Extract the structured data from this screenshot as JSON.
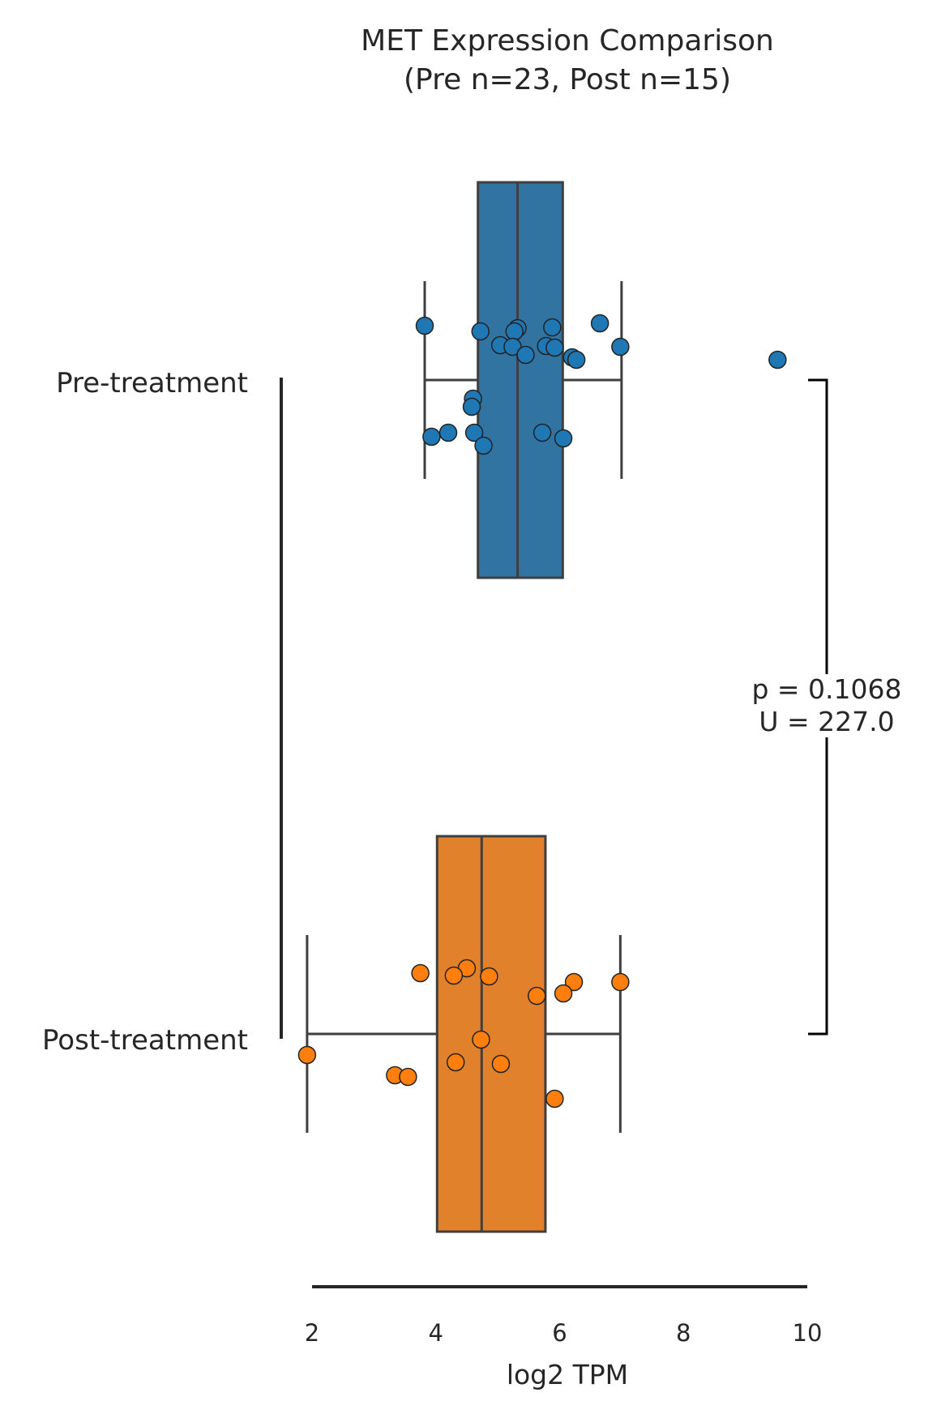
{
  "chart_data": {
    "type": "box",
    "orientation": "horizontal",
    "title_lines": [
      "MET Expression Comparison",
      "(Pre n=23, Post n=15)"
    ],
    "xlabel": "log2 TPM",
    "ylabel": "",
    "xlim": [
      2,
      10
    ],
    "xticks": [
      "2",
      "4",
      "6",
      "8",
      "10"
    ],
    "categories": [
      "Pre-treatment",
      "Post-treatment"
    ],
    "colors": {
      "Pre-treatment": "#3274a1",
      "Post-treatment": "#e1812c"
    },
    "point_colors": {
      "Pre-treatment": "#1f77b4",
      "Post-treatment": "#ff7f0e"
    },
    "box_stats": [
      {
        "name": "Pre-treatment",
        "whisker_low": 3.82,
        "q1": 4.68,
        "median": 5.32,
        "q3": 6.05,
        "whisker_high": 7.0
      },
      {
        "name": "Post-treatment",
        "whisker_low": 1.92,
        "q1": 4.02,
        "median": 4.74,
        "q3": 5.77,
        "whisker_high": 6.98
      }
    ],
    "points": {
      "Pre-treatment": [
        3.82,
        4.72,
        5.32,
        5.27,
        5.88,
        6.65,
        5.04,
        5.24,
        5.78,
        5.92,
        6.98,
        5.45,
        6.2,
        6.27,
        9.52,
        4.6,
        4.58,
        3.93,
        4.2,
        4.62,
        5.72,
        6.06,
        4.77
      ],
      "Post-treatment": [
        3.75,
        4.5,
        4.29,
        4.86,
        6.23,
        6.98,
        5.63,
        6.06,
        4.73,
        1.92,
        4.32,
        5.05,
        3.34,
        3.55,
        5.92
      ]
    },
    "annotation": {
      "p_text": "p = 0.1068",
      "u_text": "U = 227.0"
    },
    "grid": false,
    "legend": "none"
  }
}
